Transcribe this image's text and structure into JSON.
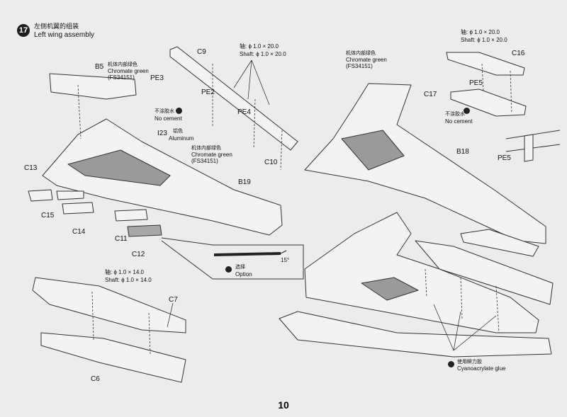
{
  "step": {
    "number": "17",
    "title_cn": "左侧机翼的组装",
    "title_en": "Left wing assembly"
  },
  "parts": {
    "B5": "B5",
    "C9": "C9",
    "PE3": "PE3",
    "PE2": "PE2",
    "PE4": "PE4",
    "C10": "C10",
    "I23": "I23",
    "C13": "C13",
    "C15": "C15",
    "C14": "C14",
    "C11": "C11",
    "C12": "C12",
    "B19": "B19",
    "C7": "C7",
    "C6": "C6",
    "C16": "C16",
    "C17": "C17",
    "PE5_top": "PE5",
    "PE5_right": "PE5",
    "B18": "B18"
  },
  "notes": {
    "shaft_c9_cn": "轴: ϕ 1.0 × 20.0",
    "shaft_c9_en": "Shaft: ϕ 1.0 × 20.0",
    "shaft_c16_cn": "轴: ϕ 1.0 × 20.0",
    "shaft_c16_en": "Shaft: ϕ 1.0 × 20.0",
    "shaft_c7_cn": "轴: ϕ 1.0 × 14.0",
    "shaft_c7_en": "Shaft: ϕ 1.0 × 14.0",
    "color_b5_cn": "机体内部绿色",
    "color_b5_en": "Chromate green",
    "color_b5_code": "(FS34151)",
    "color_mid_cn": "机体内部绿色",
    "color_mid_en": "Chromate green",
    "color_mid_code": "(FS34151)",
    "color_right_cn": "机体内部绿色",
    "color_right_en": "Chromate green",
    "color_right_code": "(FS34151)",
    "aluminum_cn": "铝色",
    "aluminum_en": "Aluminum",
    "nocement_left_cn": "不涂胶水",
    "nocement_left_en": "No cement",
    "nocement_right_cn": "不涂胶水",
    "nocement_right_en": "No cement",
    "option_cn": "选择",
    "option_en": "Option",
    "angle": "15°",
    "glue_cn": "使用瞬力胶",
    "glue_en": "Cyanoacrylate glue"
  },
  "page_number": "10"
}
